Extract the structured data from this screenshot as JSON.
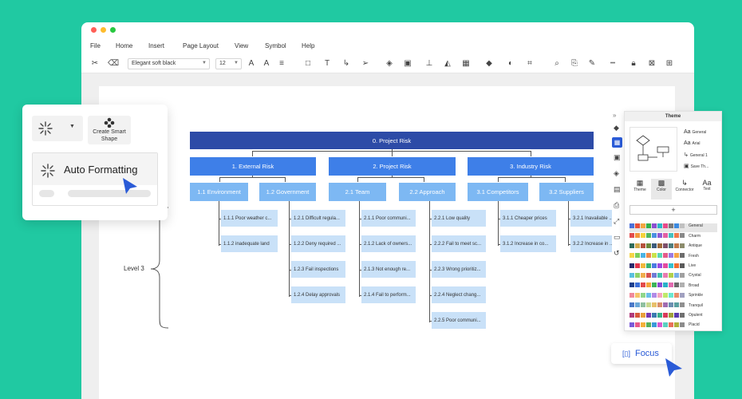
{
  "menu": [
    "File",
    "Home",
    "Insert",
    "Page Layout",
    "View",
    "Symbol",
    "Help"
  ],
  "toolbar": {
    "font": "Elegant soft black",
    "size": "12"
  },
  "diagram": {
    "root": "0. Project Risk",
    "level1": [
      "1. External Risk",
      "2. Project Risk",
      "3. Industry Risk"
    ],
    "level2": [
      "1.1 Environment",
      "1.2 Government",
      "2.1 Team",
      "2.2 Approach",
      "3.1 Competitors",
      "3.2 Suppliers"
    ],
    "level3": {
      "g11": [
        "1.1.1 Poor weather c...",
        "1.1.2 inadequate land"
      ],
      "g12": [
        "1.2.1 Difficult regula...",
        "1.2.2 Deny required ...",
        "1.2.3 Fail inspections",
        "1.2.4 Delay approvals"
      ],
      "g21": [
        "2.1.1 Poor communi...",
        "2.1.2 Lack of owners...",
        "2.1.3 Not enough re...",
        "2.1.4 Fail to perform..."
      ],
      "g22": [
        "2.2.1 Low quality",
        "2.2.2 Fail to meet sc...",
        "2.2.3 Wrong prioritiz...",
        "2.2.4 Neglect chang...",
        "2.2.5 Poor communi..."
      ],
      "g31": [
        "3.1.1 Cheaper prices",
        "3.1.2 Increase in co..."
      ],
      "g32": [
        "3.2.1 Inavailable ...",
        "3.2.2 Increase in ..."
      ]
    }
  },
  "level_label": "Level 3",
  "card": {
    "smart_shape": "Create Smart Shape",
    "auto_format": "Auto Formatting"
  },
  "panel": {
    "title": "Theme",
    "previews": [
      "General",
      "Arial",
      "General 1",
      "Save Th..."
    ],
    "tabs": [
      "Theme",
      "Color",
      "Connector",
      "Text"
    ],
    "add": "+",
    "themes": [
      {
        "name": "General",
        "colors": [
          "#4a6fd8",
          "#e8503a",
          "#f3a640",
          "#34b24a",
          "#8a4fd0",
          "#2bb7c8",
          "#e84a8a",
          "#7a7a7a",
          "#3d8be0",
          "#c0c0c0"
        ]
      },
      {
        "name": "Charm",
        "colors": [
          "#e24b4b",
          "#f2983c",
          "#f5d23b",
          "#52b75e",
          "#4a90e2",
          "#8f5bd6",
          "#e25fa3",
          "#45c0c0",
          "#f07b4c",
          "#888888"
        ]
      },
      {
        "name": "Antique",
        "colors": [
          "#2e6b5a",
          "#d1a84b",
          "#b5523c",
          "#6c8a3c",
          "#3c5a7a",
          "#a06b3a",
          "#7d4f6a",
          "#4f7d7d",
          "#c27b4b",
          "#8c8c6c"
        ]
      },
      {
        "name": "Fresh",
        "colors": [
          "#f5d547",
          "#7dcf5b",
          "#4bb3e5",
          "#f08a4b",
          "#c9e24b",
          "#5bd6b5",
          "#e55b8a",
          "#9b7be2",
          "#f5a547",
          "#6c6c6c"
        ]
      },
      {
        "name": "Live",
        "colors": [
          "#2a2a6c",
          "#e2344b",
          "#f2b83c",
          "#3cb371",
          "#4a7be2",
          "#9b4be2",
          "#e24ba0",
          "#34c0d0",
          "#f07034",
          "#5a5a5a"
        ]
      },
      {
        "name": "Crystal",
        "colors": [
          "#5bc0de",
          "#8ed26b",
          "#f0ad4e",
          "#d9534f",
          "#6f7bd6",
          "#45c0b0",
          "#e87bb0",
          "#b0d04b",
          "#7ab0e8",
          "#a0a0a0"
        ]
      },
      {
        "name": "Broad",
        "colors": [
          "#1c3f8c",
          "#3c6fd8",
          "#e24b4b",
          "#f5a53c",
          "#3cb35a",
          "#8a4bd6",
          "#2ab0c8",
          "#e26bb0",
          "#6c6c6c",
          "#b0b0b0"
        ]
      },
      {
        "name": "Sprinkle",
        "colors": [
          "#f08a9b",
          "#f5c46b",
          "#8fd68a",
          "#6bc0e8",
          "#b08ae8",
          "#f5a5c0",
          "#c0e86b",
          "#6be8d0",
          "#e8906b",
          "#a0a0c0"
        ]
      },
      {
        "name": "Tranquil",
        "colors": [
          "#4a78c8",
          "#6ba8d8",
          "#8fc0a0",
          "#c8d88f",
          "#e8c06b",
          "#d88f6b",
          "#a06bb0",
          "#6b8fb0",
          "#5aa0a0",
          "#909090"
        ]
      },
      {
        "name": "Opulent",
        "colors": [
          "#b03a7a",
          "#d85a3a",
          "#e8a03a",
          "#7a3ab0",
          "#3a7ab0",
          "#3ab08a",
          "#d83a5a",
          "#a0a03a",
          "#5a3ab0",
          "#707070"
        ]
      },
      {
        "name": "Placid",
        "colors": [
          "#7a5ad8",
          "#e85a8a",
          "#f5b03a",
          "#5ab05a",
          "#3a9ad8",
          "#d85ad0",
          "#5ad0c0",
          "#e8705a",
          "#b0b03a",
          "#8c8c8c"
        ]
      }
    ]
  },
  "focus": "Focus",
  "colors": {
    "background": "#20c9a2",
    "root": "#2d4ba7",
    "level1": "#3e7fe8",
    "level2": "#7db8f3",
    "level3": "#c9e1f8",
    "accent": "#2a5bd7"
  }
}
